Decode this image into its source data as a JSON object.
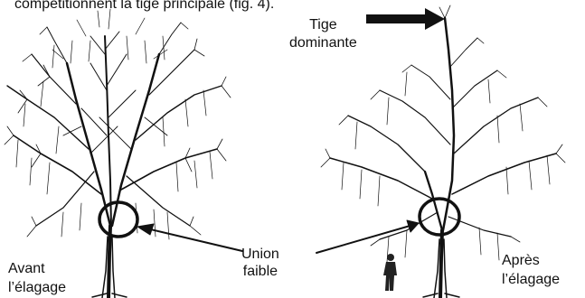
{
  "caption_fragment": "compétitionnent la tige principale (fig. 4).",
  "labels": {
    "dominant_tip_l1": "Tige",
    "dominant_tip_l2": "dominante",
    "union_l1": "Union",
    "union_l2": "faible",
    "before_l1": "Avant",
    "before_l2": "l’élagage",
    "after_l1": "Après",
    "after_l2": "l’élagage"
  },
  "icons": {
    "arrow": "arrow-icon",
    "person": "person-silhouette-icon",
    "tree": "tree-drawing"
  },
  "colors": {
    "ink": "#111111",
    "background": "#ffffff"
  }
}
